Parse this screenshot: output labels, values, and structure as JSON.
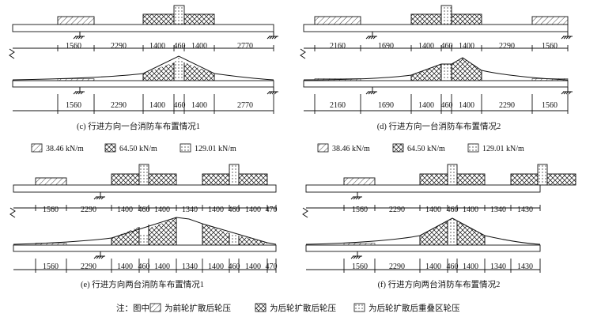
{
  "panels": {
    "c": {
      "caption": "(c) 行进方向一台消防车布置情况1",
      "dims": [
        "1560",
        "2290",
        "1400",
        "460",
        "1400",
        "2770"
      ]
    },
    "d": {
      "caption": "(d) 行进方向一台消防车布置情况2",
      "dims": [
        "2160",
        "1690",
        "1400",
        "460",
        "1400",
        "2290",
        "1560"
      ]
    },
    "e": {
      "caption": "(e) 行进方向两台消防车布置情况1",
      "dims": [
        "1560",
        "2290",
        "1400",
        "460",
        "1400",
        "1340",
        "1400",
        "460",
        "1400",
        "470"
      ]
    },
    "f": {
      "caption": "(f) 行进方向两台消防车布置情况2",
      "dims": [
        "1560",
        "2290",
        "1400",
        "460",
        "1400",
        "1340",
        "1430"
      ]
    }
  },
  "legend_row": {
    "load_hatch": "38.46 kN/m",
    "load_cross": "64.50 kN/m",
    "load_dots": "129.01 kN/m"
  },
  "note": {
    "prefix": "注：图中",
    "front": "为前轮扩散后轮压",
    "rear": "为后轮扩散后轮压",
    "overlap": "为后轮扩散后重叠区轮压"
  }
}
